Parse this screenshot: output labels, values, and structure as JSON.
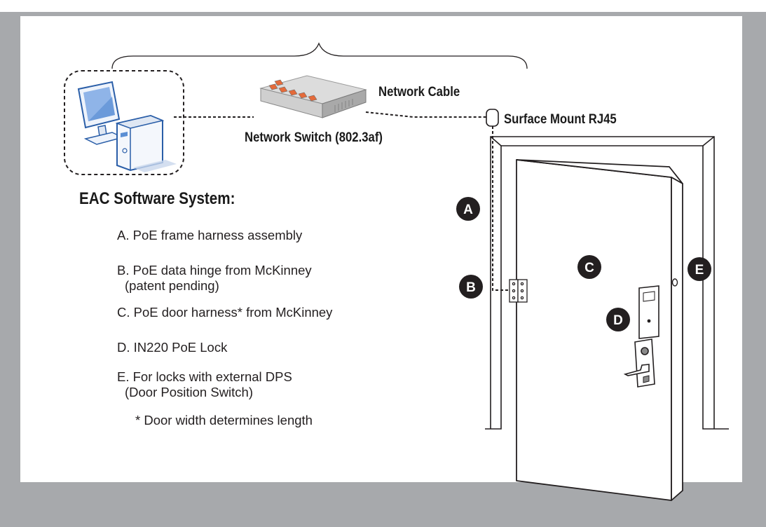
{
  "title": "EAC Software System:",
  "labels": {
    "network_cable": "Network Cable",
    "surface_mount": "Surface Mount RJ45",
    "network_switch": "Network Switch (802.3af)"
  },
  "callouts": [
    "A",
    "B",
    "C",
    "D",
    "E"
  ],
  "items": [
    {
      "text": "A. PoE frame harness assembly",
      "sub": ""
    },
    {
      "text": "B. PoE data hinge from McKinney",
      "sub": "(patent pending)"
    },
    {
      "text": "C. PoE door harness* from McKinney",
      "sub": ""
    },
    {
      "text": "D. IN220 PoE Lock",
      "sub": ""
    },
    {
      "text": "E. For locks with external DPS",
      "sub": "(Door Position Switch)"
    }
  ],
  "footnote": "* Door width determines length",
  "colors": {
    "frame": "#a7a9ac",
    "badge": "#231f20",
    "screen": "#5b8fd4"
  }
}
